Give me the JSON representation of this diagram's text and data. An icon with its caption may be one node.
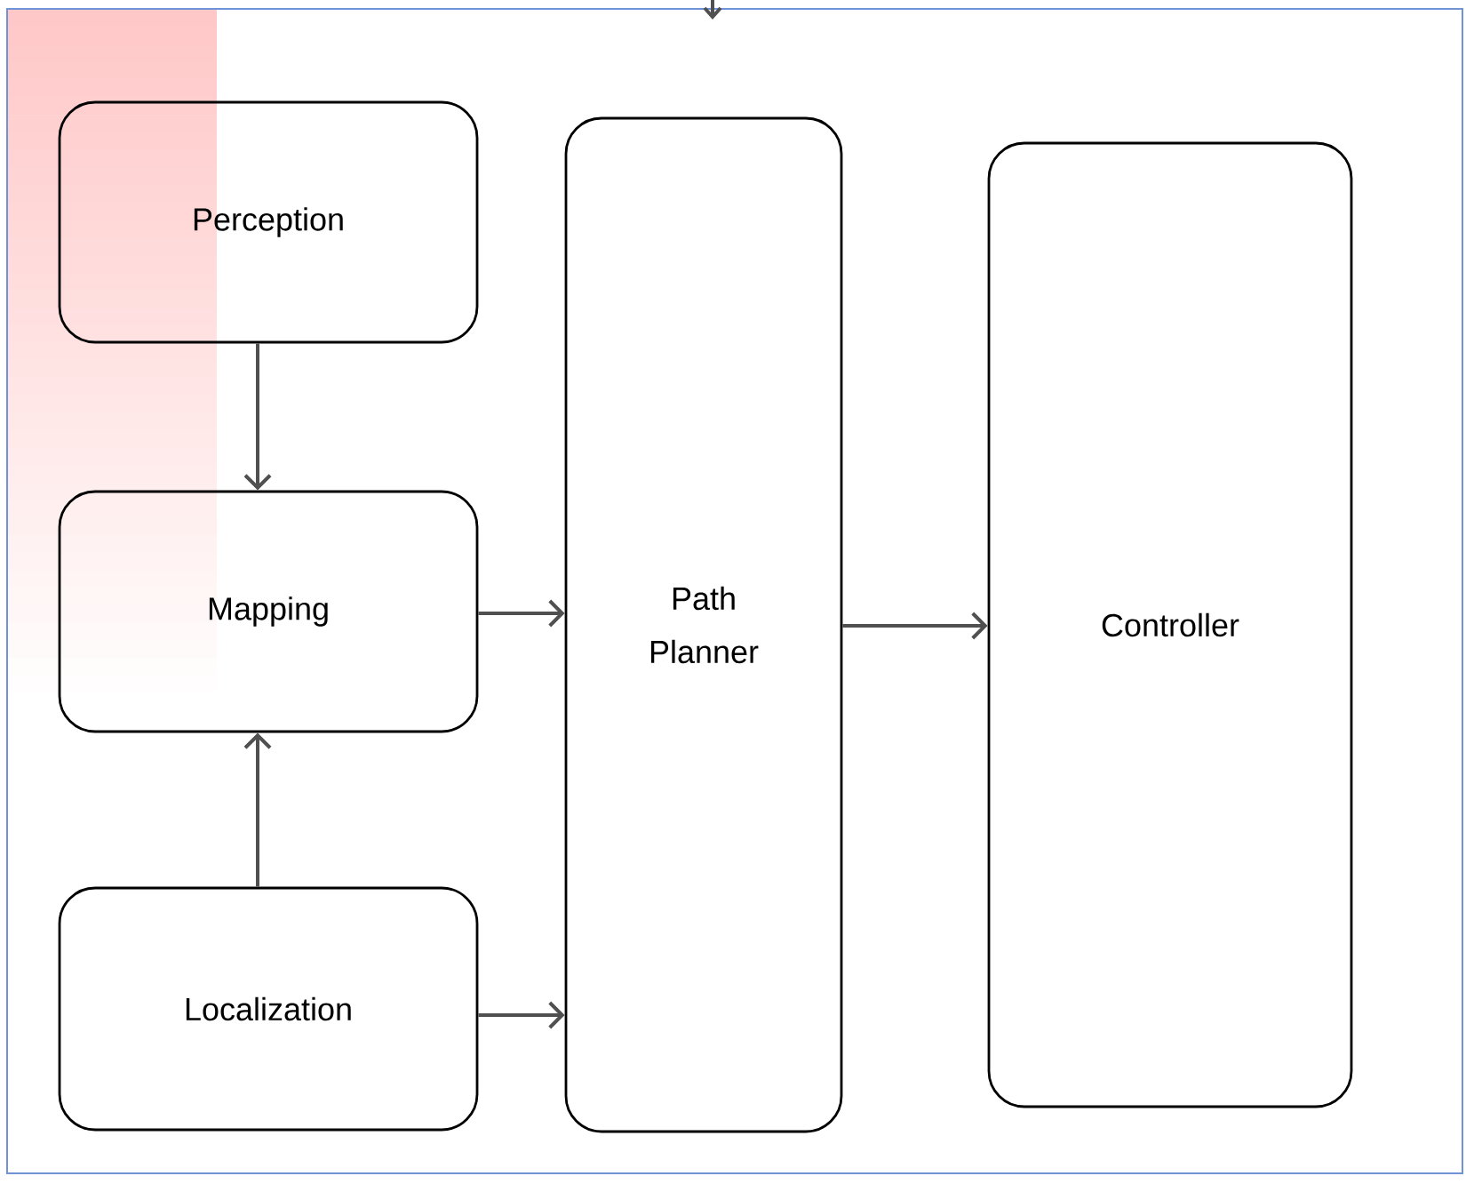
{
  "diagram": {
    "nodes": [
      {
        "text": [],
        "shape": "box"
      },
      {
        "text": [
          "Perception"
        ],
        "in": 0
      },
      {
        "text": [
          "Mapping"
        ],
        "in": 0
      },
      {
        "text": [
          "Localization"
        ],
        "in": 0
      },
      {
        "text": [
          "Path Planner"
        ],
        "in": 0
      },
      {
        "text": [
          "Controller"
        ],
        "in": 0
      }
    ],
    "edges": [
      {
        "from": null,
        "to": 0,
        "arrow": "to"
      },
      {
        "from": 1,
        "to": 2,
        "arrow": "to"
      },
      {
        "from": 3,
        "to": 2,
        "arrow": "to"
      },
      {
        "from": 2,
        "to": 4,
        "arrow": "to"
      },
      {
        "from": 3,
        "to": 4,
        "arrow": "to"
      },
      {
        "from": 4,
        "to": 5,
        "arrow": "to"
      }
    ]
  }
}
